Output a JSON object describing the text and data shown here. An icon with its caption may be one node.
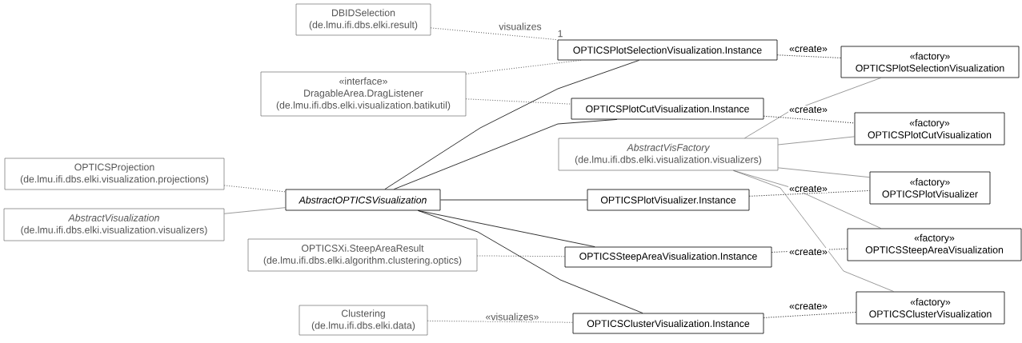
{
  "diagram": {
    "nodes": [
      {
        "text": [
          "DBIDSelection",
          "(de.lmu.ifi.dbs.elki.result)"
        ]
      },
      {
        "text": [
          "OPTICSPlotSelectionVisualization.Instance"
        ]
      },
      {
        "text": [
          "«factory»",
          "OPTICSPlotSelectionVisualization"
        ]
      },
      {
        "text": [
          "«interface»",
          "DragableArea.DragListener",
          "(de.lmu.ifi.dbs.elki.visualization.batikutil)"
        ]
      },
      {
        "text": [
          "OPTICSPlotCutVisualization.Instance"
        ]
      },
      {
        "text": [
          "«factory»",
          "OPTICSPlotCutVisualization"
        ]
      },
      {
        "text": [
          "AbstractVisFactory",
          "(de.lmu.ifi.dbs.elki.visualization.visualizers)"
        ]
      },
      {
        "text": [
          "OPTICSProjection",
          "(de.lmu.ifi.dbs.elki.visualization.projections)"
        ]
      },
      {
        "text": [
          "«factory»",
          "OPTICSPlotVisualizer"
        ]
      },
      {
        "text": [
          "AbstractOPTICSVisualization"
        ]
      },
      {
        "text": [
          "OPTICSPlotVisualizer.Instance"
        ]
      },
      {
        "text": [
          "AbstractVisualization",
          "(de.lmu.ifi.dbs.elki.visualization.visualizers)"
        ]
      },
      {
        "text": [
          "«factory»",
          "OPTICSSteepAreaVisualization"
        ]
      },
      {
        "text": [
          "OPTICSXi.SteepAreaResult",
          "(de.lmu.ifi.dbs.elki.algorithm.clustering.optics)"
        ]
      },
      {
        "text": [
          "OPTICSSteepAreaVisualization.Instance"
        ]
      },
      {
        "text": [
          "«factory»",
          "OPTICSClusterVisualization"
        ]
      },
      {
        "text": [
          "Clustering",
          "(de.lmu.ifi.dbs.elki.data)"
        ]
      },
      {
        "text": [
          "OPTICSClusterVisualization.Instance"
        ]
      }
    ],
    "edges": [
      {
        "from": 0,
        "to": 1,
        "arrow": "none",
        "label": "visualizes",
        "style": "dashed"
      },
      {
        "from": 3,
        "to": 1,
        "arrow": "none",
        "style": "dashed"
      },
      {
        "from": 3,
        "to": 4,
        "arrow": "none",
        "style": "dashed"
      },
      {
        "from": 7,
        "to": 9,
        "arrow": "none",
        "style": "dashed"
      },
      {
        "from": 13,
        "to": 14,
        "arrow": "none",
        "style": "dashed"
      },
      {
        "from": 16,
        "to": 17,
        "arrow": "none",
        "label": "«visualizes»",
        "style": "dashed"
      },
      {
        "from": 1,
        "to": 2,
        "arrow": "none",
        "label": "«create»",
        "style": "dashed",
        "color": "#000000"
      },
      {
        "from": 4,
        "to": 5,
        "arrow": "none",
        "label": "«create»",
        "style": "dashed",
        "color": "#000000"
      },
      {
        "from": 10,
        "to": 8,
        "arrow": "none",
        "label": "«create»",
        "style": "dashed",
        "color": "#000000"
      },
      {
        "from": 14,
        "to": 12,
        "arrow": "none",
        "label": "«create»",
        "style": "dashed",
        "color": "#000000"
      },
      {
        "from": 17,
        "to": 15,
        "arrow": "none",
        "label": "«create»",
        "style": "dashed",
        "color": "#000000"
      },
      {
        "from": 9,
        "to": 1,
        "arrow": "none",
        "color": "#000000"
      },
      {
        "from": 9,
        "to": 4,
        "arrow": "none",
        "color": "#000000"
      },
      {
        "from": 9,
        "to": 10,
        "arrow": "none",
        "color": "#000000"
      },
      {
        "from": 9,
        "to": 14,
        "arrow": "none",
        "color": "#000000"
      },
      {
        "from": 9,
        "to": 17,
        "arrow": "none",
        "color": "#000000"
      },
      {
        "from": 11,
        "to": 9,
        "arrow": "none"
      },
      {
        "from": 6,
        "to": 2,
        "arrow": "none"
      },
      {
        "from": 6,
        "to": 5,
        "arrow": "none"
      },
      {
        "from": 6,
        "to": 8,
        "arrow": "none"
      },
      {
        "from": 6,
        "to": 12,
        "arrow": "none"
      },
      {
        "from": 6,
        "to": 15,
        "arrow": "none"
      }
    ],
    "labels": [
      "1"
    ]
  }
}
